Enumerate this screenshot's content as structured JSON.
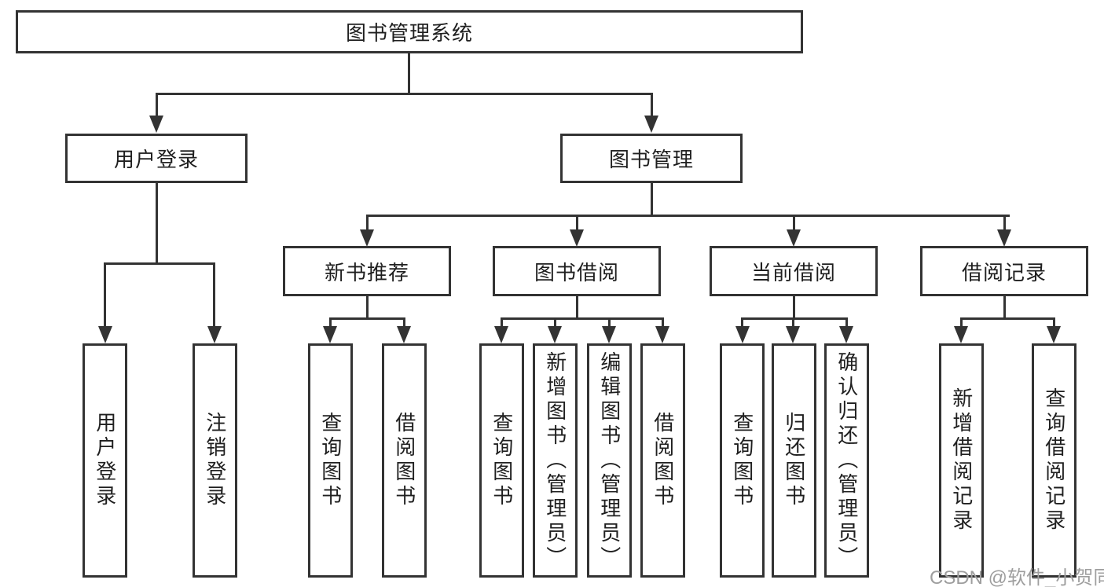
{
  "diagram": {
    "tree": {
      "label": "图书管理系统",
      "children": [
        {
          "label": "用户登录",
          "children": [
            {
              "label": "用户登录"
            },
            {
              "label": "注销登录"
            }
          ]
        },
        {
          "label": "图书管理",
          "children": [
            {
              "label": "新书推荐",
              "children": [
                {
                  "label": "查询图书"
                },
                {
                  "label": "借阅图书"
                }
              ]
            },
            {
              "label": "图书借阅",
              "children": [
                {
                  "label": "查询图书"
                },
                {
                  "label": "新增图书（管理员）"
                },
                {
                  "label": "编辑图书（管理员）"
                },
                {
                  "label": "借阅图书"
                }
              ]
            },
            {
              "label": "当前借阅",
              "children": [
                {
                  "label": "查询图书"
                },
                {
                  "label": "归还图书"
                },
                {
                  "label": "确认归还（管理员）"
                }
              ]
            },
            {
              "label": "借阅记录",
              "children": [
                {
                  "label": "新增借阅记录"
                },
                {
                  "label": "查询借阅记录"
                }
              ]
            }
          ]
        }
      ]
    }
  },
  "watermark": {
    "text": "CSDN @软件_小贺同学"
  },
  "colors": {
    "line": "#333333",
    "text": "#1f1f1f",
    "watermark": "#9e9e9e",
    "background": "#ffffff"
  }
}
